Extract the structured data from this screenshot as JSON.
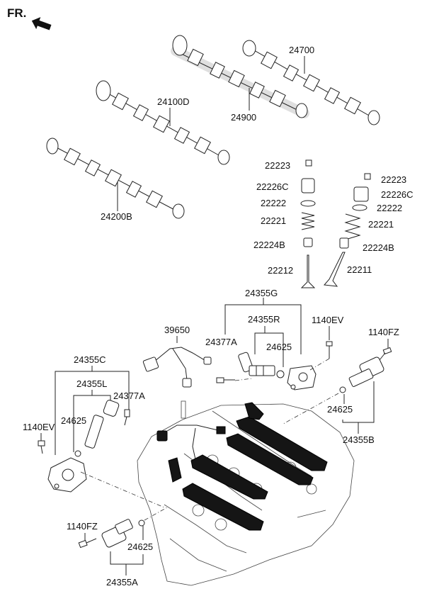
{
  "direction_marker": {
    "text": "FR."
  },
  "labels": {
    "p24700": "24700",
    "p24100d": "24100D",
    "p24900": "24900",
    "p24200b": "24200B",
    "p22223_l": "22223",
    "p22226c_l": "22226C",
    "p22222_l": "22222",
    "p22221_l": "22221",
    "p22224b_l": "22224B",
    "p22212": "22212",
    "p22223_r": "22223",
    "p22226c_r": "22226C",
    "p22222_r": "22222",
    "p22221_r": "22221",
    "p22224b_r": "22224B",
    "p22211": "22211",
    "p24355g": "24355G",
    "p24355r": "24355R",
    "p1140ev_r": "1140EV",
    "p1140fz_r": "1140FZ",
    "p39650": "39650",
    "p24377a_r": "24377A",
    "p24625_r1": "24625",
    "p24625_r2": "24625",
    "p24355b": "24355B",
    "p24355c": "24355C",
    "p24355l": "24355L",
    "p24377a_l": "24377A",
    "p24625_l": "24625",
    "p1140ev_l": "1140EV",
    "p1140fz_b": "1140FZ",
    "p24625_b": "24625",
    "p24355a": "24355A"
  },
  "icons": {
    "direction_arrow": "arrow-down-left-icon"
  }
}
